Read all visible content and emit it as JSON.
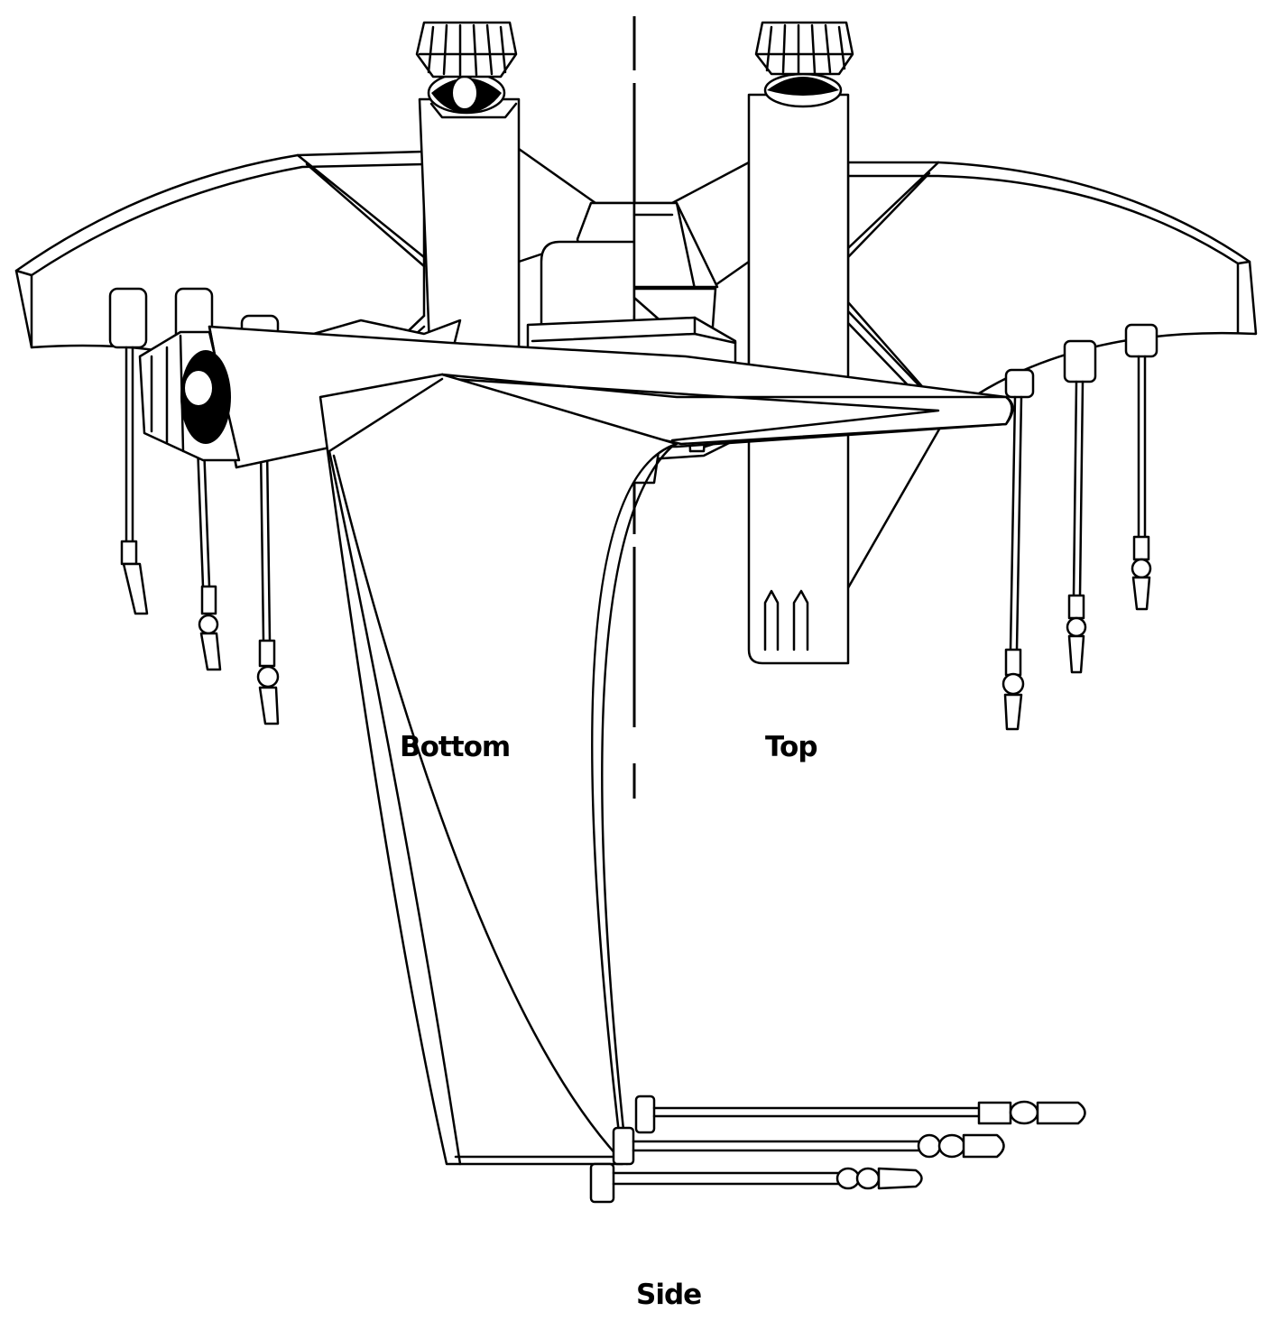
{
  "diagram": {
    "views": [
      {
        "id": "bottom",
        "label": "Bottom"
      },
      {
        "id": "top",
        "label": "Top"
      },
      {
        "id": "side",
        "label": "Side"
      }
    ]
  }
}
